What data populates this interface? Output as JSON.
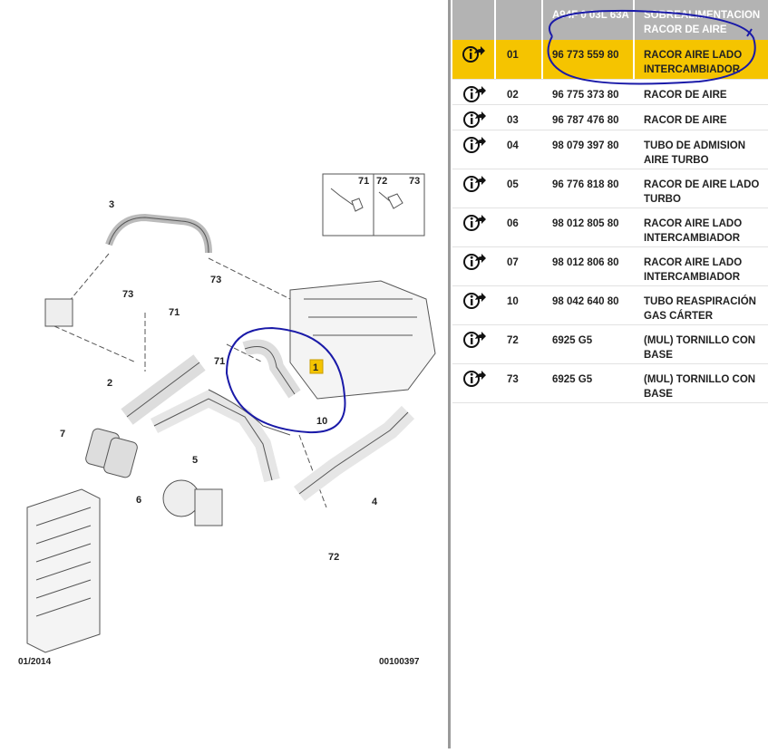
{
  "diagram": {
    "date": "01/2014",
    "ref": "00100397",
    "callouts": [
      "3",
      "73",
      "73",
      "71",
      "2",
      "71",
      "1",
      "10",
      "7",
      "6",
      "5",
      "4",
      "72"
    ],
    "inset_labels": [
      "71",
      "72",
      "73"
    ],
    "highlight_label": "1"
  },
  "table": {
    "header": {
      "ref": "A94F 0 03L 63A",
      "desc": "SOBREALIMENTACION RACOR DE AIRE"
    },
    "rows": [
      {
        "icon": "info-link-icon",
        "num": "01",
        "ref": "96 773 559 80",
        "desc": "RACOR AIRE LADO INTERCAMBIADOR",
        "selected": true
      },
      {
        "icon": "info-link-icon",
        "num": "02",
        "ref": "96 775 373 80",
        "desc": "RACOR DE AIRE"
      },
      {
        "icon": "info-link-icon",
        "num": "03",
        "ref": "96 787 476 80",
        "desc": "RACOR DE AIRE"
      },
      {
        "icon": "info-link-icon",
        "num": "04",
        "ref": "98 079 397 80",
        "desc": "TUBO DE ADMISION AIRE TURBO"
      },
      {
        "icon": "info-link-icon",
        "num": "05",
        "ref": "96 776 818 80",
        "desc": "RACOR DE AIRE LADO TURBO"
      },
      {
        "icon": "info-link-icon",
        "num": "06",
        "ref": "98 012 805 80",
        "desc": "RACOR AIRE LADO INTERCAMBIADOR"
      },
      {
        "icon": "info-link-icon",
        "num": "07",
        "ref": "98 012 806 80",
        "desc": "RACOR AIRE LADO INTERCAMBIADOR"
      },
      {
        "icon": "info-link-icon",
        "num": "10",
        "ref": "98 042 640 80",
        "desc": "TUBO REASPIRACIÓN GAS CÁRTER"
      },
      {
        "icon": "info-link-icon",
        "num": "72",
        "ref": "6925 G5",
        "desc": "(MUL) TORNILLO CON BASE"
      },
      {
        "icon": "info-link-icon",
        "num": "73",
        "ref": "6925 G5",
        "desc": "(MUL) TORNILLO CON BASE"
      }
    ]
  },
  "colors": {
    "selected": "#f5c400",
    "header": "#b3b3b3",
    "annotation": "#1a1aa8"
  }
}
